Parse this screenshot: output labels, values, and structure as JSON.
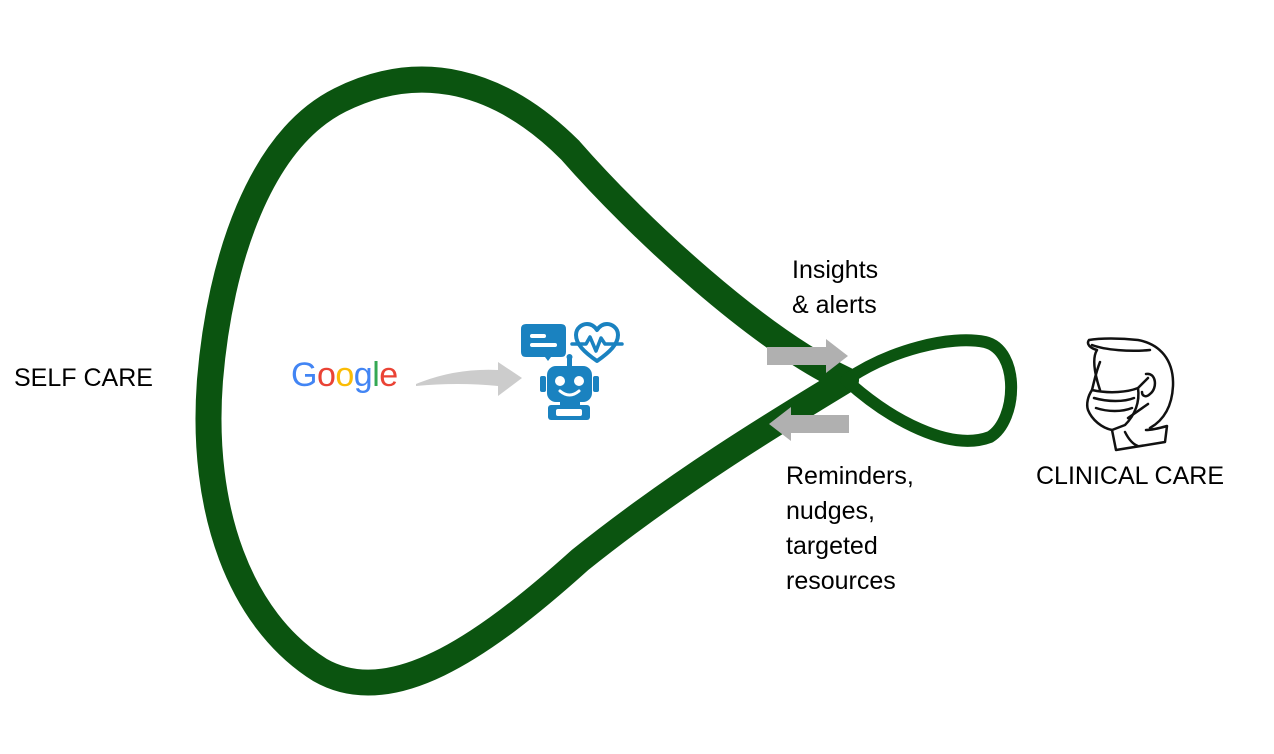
{
  "labels": {
    "self_care": "SELF CARE",
    "clinical_care": "CLINICAL CARE",
    "insights": [
      "Insights",
      "& alerts"
    ],
    "reminders": [
      "Reminders,",
      "nudges,",
      "targeted",
      "resources"
    ]
  },
  "google_logo": {
    "text": "Google",
    "letters": [
      "G",
      "o",
      "o",
      "g",
      "l",
      "e"
    ],
    "letter_colors": [
      "#4285F4",
      "#EA4335",
      "#FBBC05",
      "#4285F4",
      "#34A853",
      "#EA4335"
    ]
  },
  "icons": {
    "chatbot": "robot-icon",
    "chat": "chat-bubble-icon",
    "health": "heart-pulse-icon",
    "clinician": "masked-clinician-icon"
  },
  "colors": {
    "loop": "#0b5410",
    "arrows": "#b0b0b0",
    "google_arrow": "#cccccc",
    "icon_blue": "#1a82c0",
    "text": "#000000"
  }
}
